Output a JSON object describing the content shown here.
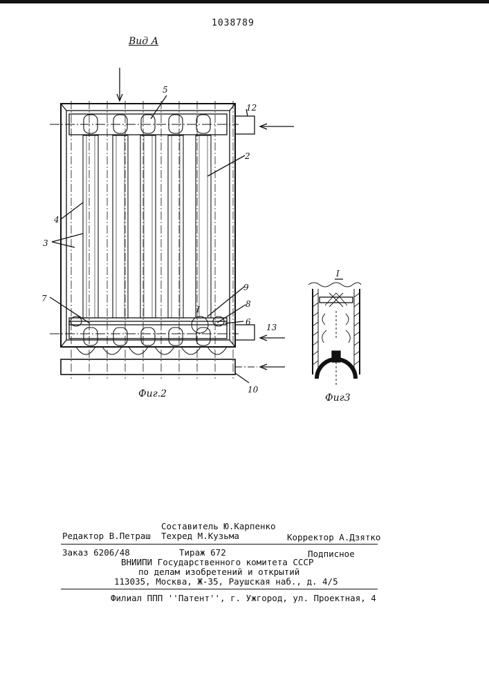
{
  "header": {
    "patent_number": "1038789",
    "view_label": "Вид А"
  },
  "figure2": {
    "caption": "Фиг.2",
    "labels": [
      "2",
      "3",
      "4",
      "5",
      "6",
      "7",
      "8",
      "9",
      "10",
      "12",
      "13",
      "I"
    ]
  },
  "figure3": {
    "caption": "Фиг3",
    "detail_label": "I"
  },
  "imprint": {
    "compiler": "Составитель Ю.Карпенко",
    "editor": "Редактор В.Петраш",
    "techred": "Техред М.Кузьма",
    "corrector": "Корректор А.Дзятко",
    "order": "Заказ 6206/48",
    "circulation": "Тираж 672",
    "subscription": "Подписное",
    "org_line1": "ВНИИПИ Государственного комитета СССР",
    "org_line2": "по делам изобретений и открытий",
    "address": "113035, Москва, Ж-35, Раушская наб., д. 4/5",
    "branch": "Филиал ППП ''Патент'', г. Ужгород, ул. Проектная, 4"
  }
}
